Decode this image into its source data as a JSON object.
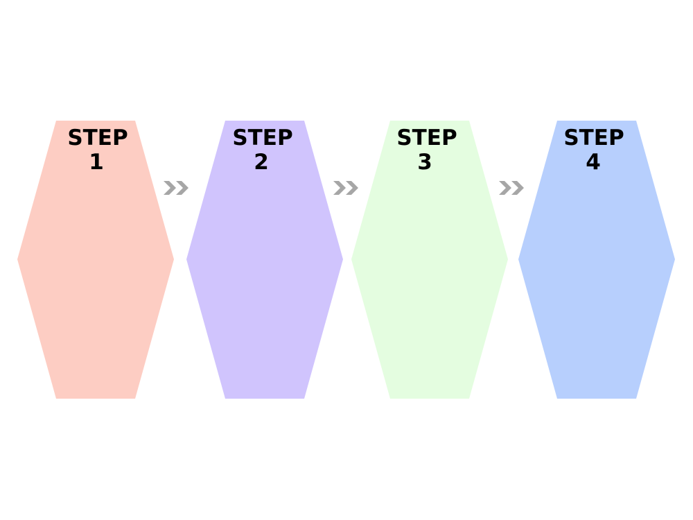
{
  "steps": [
    {
      "line1": "STEP",
      "line2": "1",
      "color": "#fdcdc3"
    },
    {
      "line1": "STEP",
      "line2": "2",
      "color": "#d0c4fd"
    },
    {
      "line1": "STEP",
      "line2": "3",
      "color": "#e4fde0"
    },
    {
      "line1": "STEP",
      "line2": "4",
      "color": "#b7cffd"
    }
  ],
  "connector": {
    "icon": "double-chevron-right-icon",
    "color": "#a6a6a6"
  }
}
